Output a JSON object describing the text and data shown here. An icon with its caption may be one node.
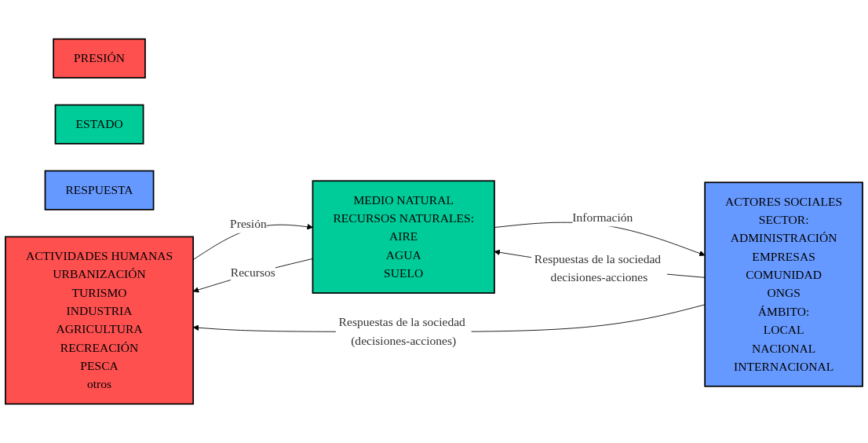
{
  "diagram": {
    "nodes": [
      {
        "text": [
          "PRESIÓN"
        ]
      },
      {
        "text": [
          "ESTADO"
        ]
      },
      {
        "text": [
          "RESPUESTA"
        ]
      },
      {
        "text": [
          "ACTIVIDADES HUMANAS",
          "URBANIZACIÓN",
          "TURISMO",
          "INDUSTRIA",
          "AGRICULTURA",
          "RECREACIÓN",
          "PESCA",
          "otros"
        ]
      },
      {
        "text": [
          "MEDIO NATURAL",
          "RECURSOS NATURALES:",
          "AIRE",
          "AGUA",
          "SUELO"
        ]
      },
      {
        "text": [
          "ACTORES SOCIALES",
          "SECTOR:",
          "ADMINISTRACIÓN",
          "EMPRESAS",
          "COMUNIDAD",
          "ONGS",
          "ÁMBITO:",
          "LOCAL",
          "NACIONAL",
          "INTERNACIONAL"
        ]
      }
    ],
    "edges": [
      {
        "from": 3,
        "to": 4,
        "arrow": "to",
        "label": "Presión"
      },
      {
        "from": 4,
        "to": 3,
        "arrow": "to",
        "label": "Recursos"
      },
      {
        "from": 4,
        "to": 5,
        "arrow": "to",
        "label": "Información"
      },
      {
        "from": 5,
        "to": 4,
        "arrow": "to",
        "label": "Respuestas de la sociedad decisiones-acciones"
      },
      {
        "from": 5,
        "to": 3,
        "arrow": "to",
        "label": "Respuestas de la sociedad (decisiones-acciones)"
      }
    ]
  }
}
